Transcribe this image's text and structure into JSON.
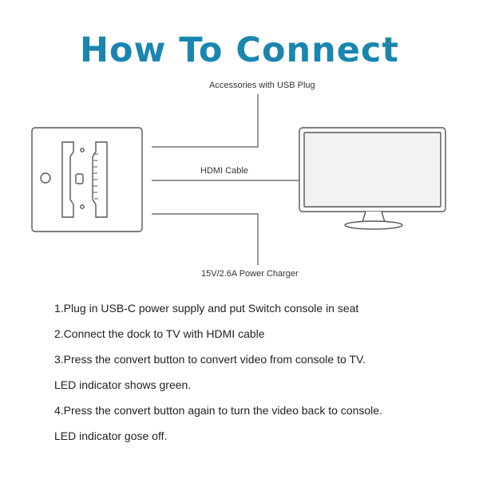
{
  "title": "How To Connect",
  "colors": {
    "title": "#1a86b0",
    "lines": "#555555",
    "screen": "#f2f2f2"
  },
  "labels": {
    "usb": "Accessories with USB Plug",
    "hdmi": "HDMI Cable",
    "power": "15V/2.6A Power Charger"
  },
  "steps": [
    "1.Plug in USB-C power supply and put Switch console in seat",
    "2.Connect the dock to TV with HDMI cable",
    "3.Press the convert button to convert video from console to TV.",
    "LED indicator shows green.",
    "4.Press the convert button again to turn the video back to console.",
    "LED indicator gose off."
  ]
}
